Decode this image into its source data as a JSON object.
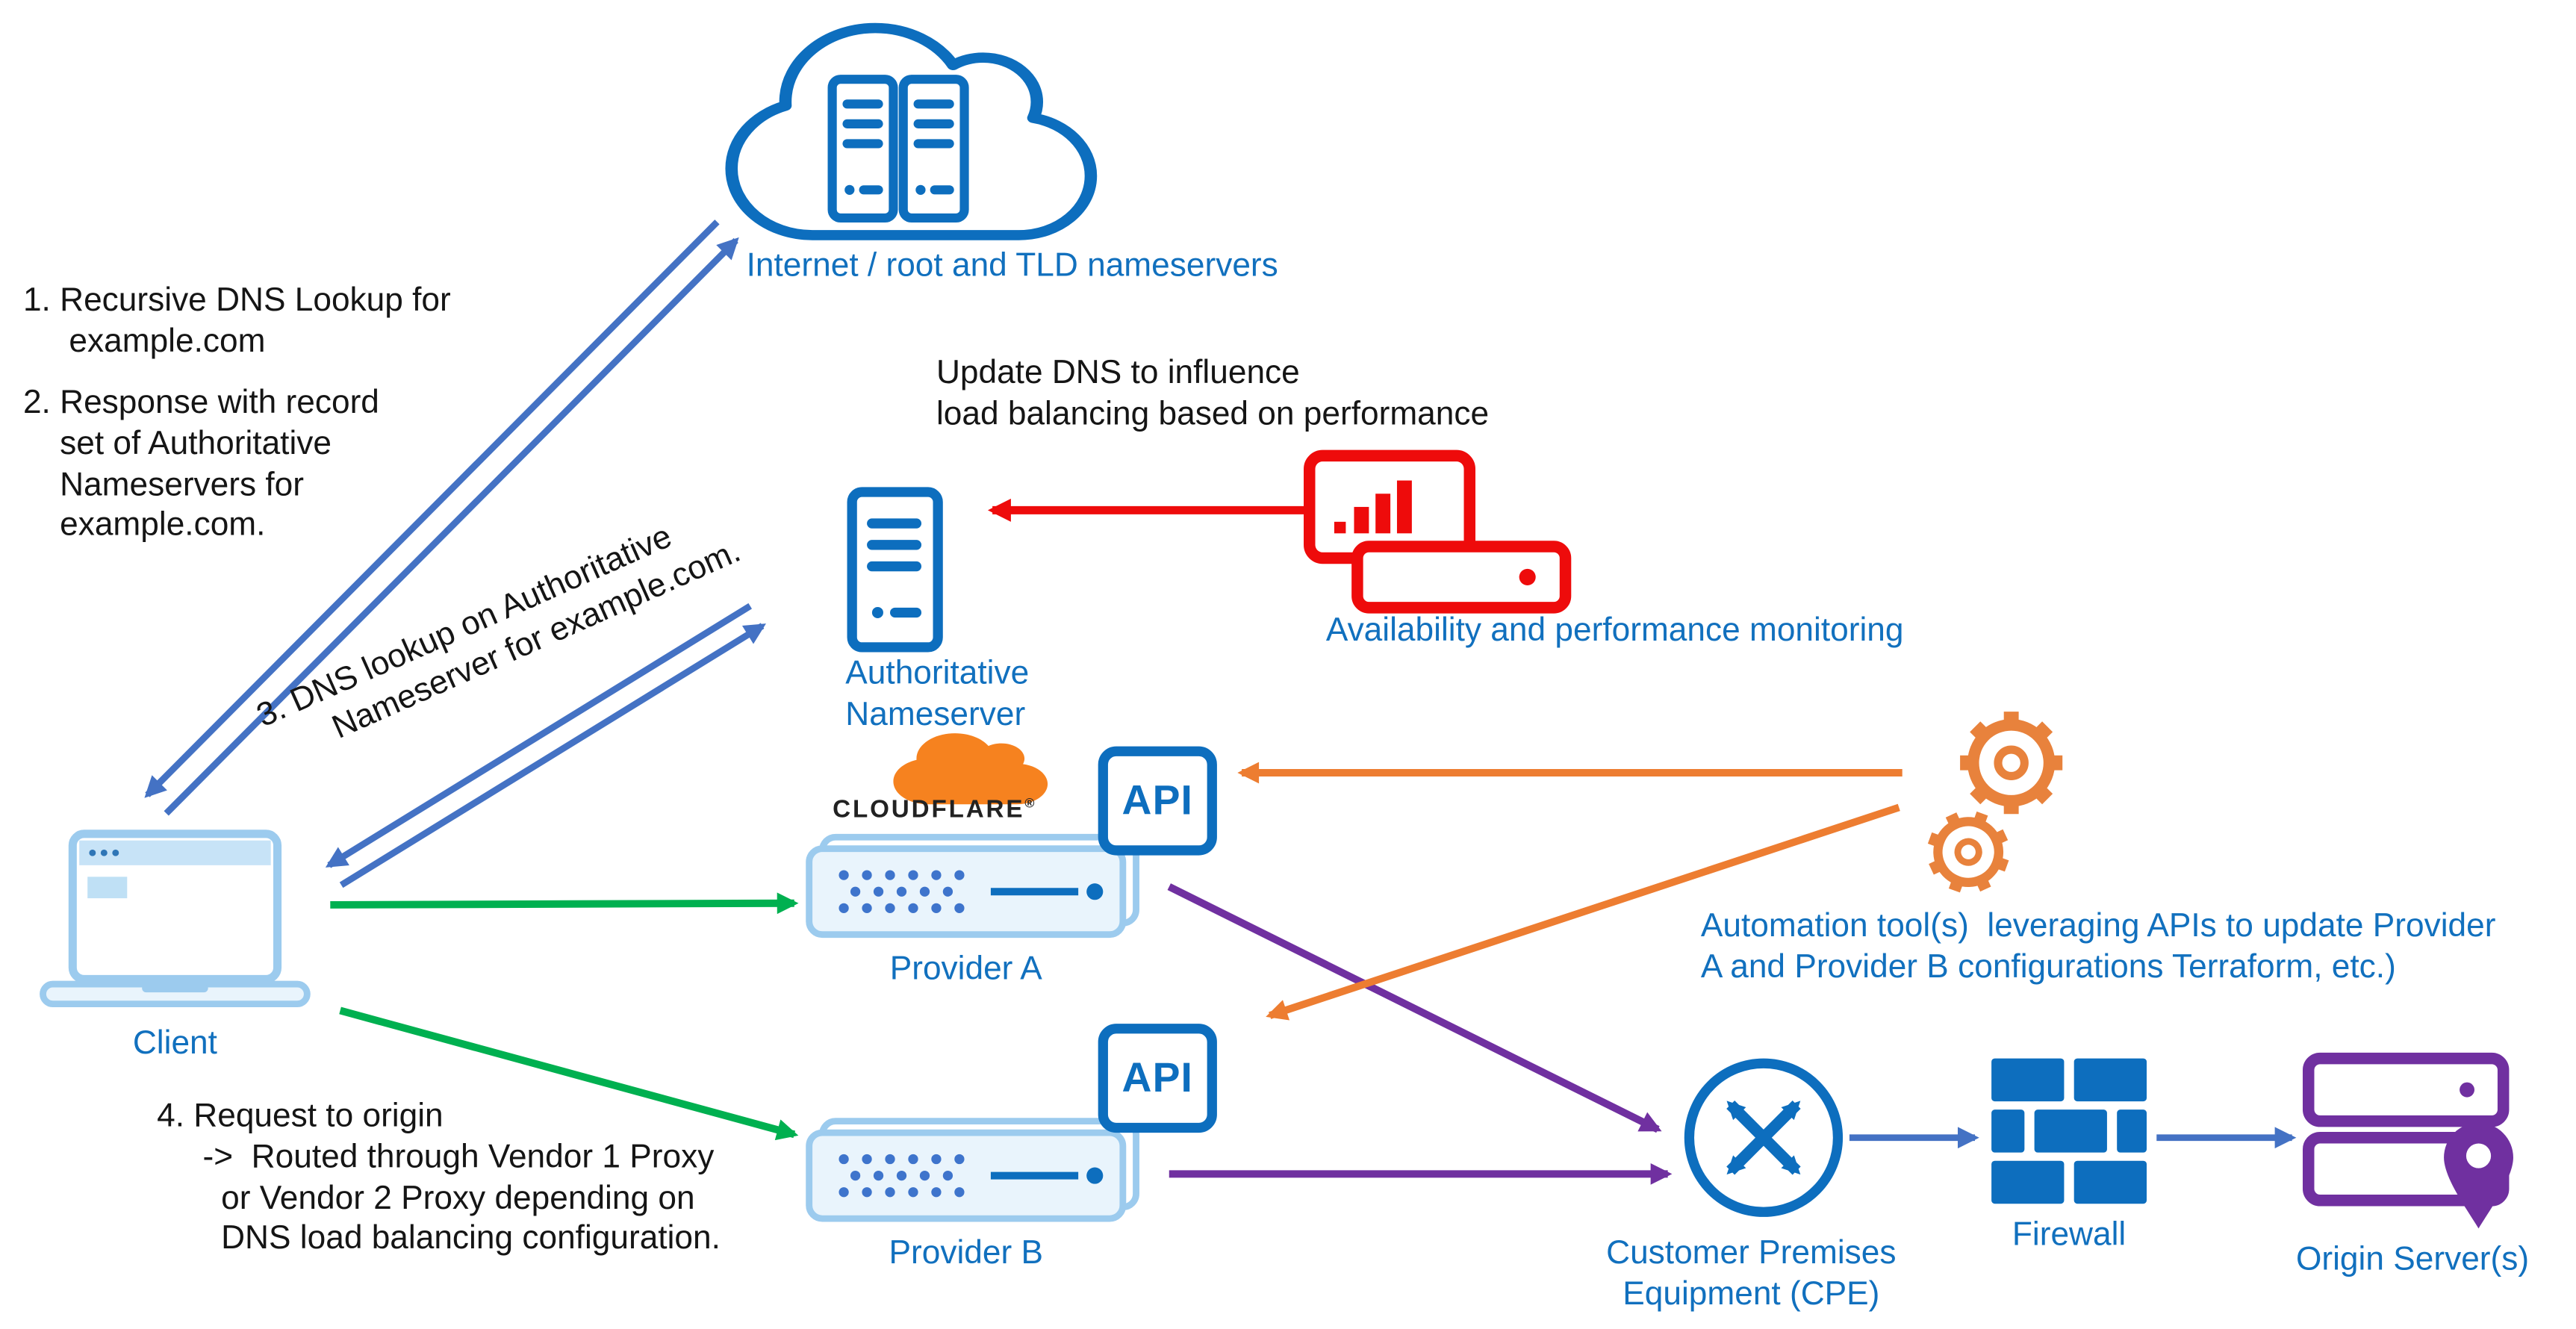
{
  "colors": {
    "icon_blue": "#0D6EBE",
    "label_blue": "#1170BE",
    "arrow_blue": "#4472C4",
    "arrow_green": "#00B050",
    "arrow_red": "#EE0B0B",
    "arrow_purple": "#7030A0",
    "arrow_orange": "#ED7D31",
    "gear_orange": "#E8823C",
    "cloudflare_orange": "#F6821F",
    "laptop_light_blue": "#9CCBEE"
  },
  "internet": {
    "label": "Internet / root and TLD nameservers"
  },
  "client": {
    "label": "Client"
  },
  "auth_ns": {
    "label": "Authoritative\nNameserver"
  },
  "monitoring": {
    "label": "Availability and performance monitoring",
    "note": "Update DNS to influence\nload balancing based on performance"
  },
  "providers": {
    "a": {
      "label": "Provider A",
      "api_label": "API",
      "brand": "CLOUDFLARE",
      "brand_reg": "®"
    },
    "b": {
      "label": "Provider B",
      "api_label": "API"
    }
  },
  "automation": {
    "note": "Automation tool(s)  leveraging APIs to update Provider\nA and Provider B configurations Terraform, etc.)"
  },
  "cpe": {
    "label": "Customer Premises\nEquipment (CPE)"
  },
  "firewall": {
    "label": "Firewall"
  },
  "origin": {
    "label": "Origin Server(s)"
  },
  "steps": {
    "step1": "1. Recursive DNS Lookup for\n     example.com",
    "step2": "2. Response with record\n    set of Authoritative\n    Nameservers for\n    example.com.",
    "step3": "3. DNS lookup on Authoritative\n       Nameserver for example.com.",
    "step4": "4. Request to origin\n     ->  Routed through Vendor 1 Proxy\n       or Vendor 2 Proxy depending on\n       DNS load balancing configuration."
  }
}
